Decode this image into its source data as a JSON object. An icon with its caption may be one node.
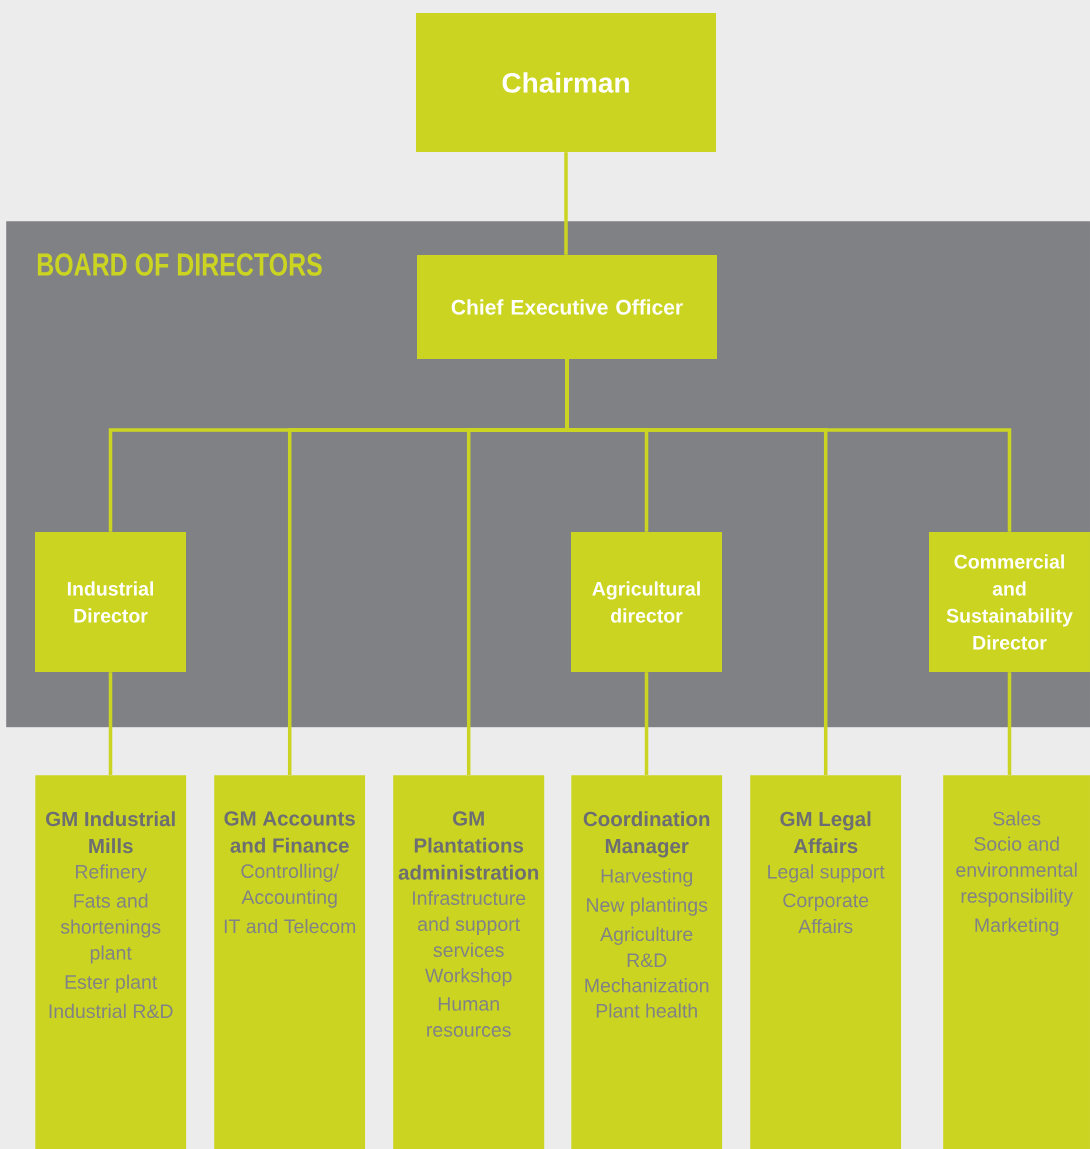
{
  "diagram": {
    "nodes": [
      {
        "text": [
          "Chairman"
        ]
      },
      {
        "text": [
          "BOARD OF DIRECTORS"
        ]
      },
      {
        "text": [
          "Chief Executive Officer"
        ],
        "in": 1
      },
      {
        "text": [
          "Industrial Director"
        ],
        "in": 1
      },
      {
        "text": [
          "Agricultural director"
        ],
        "in": 1
      },
      {
        "text": [
          "Commercial and Sustainability Director"
        ],
        "in": 1
      },
      {
        "text": [
          "GM Industrial Mills",
          "Refinery",
          "Fats and shortenings plant",
          "Ester plant",
          "Industrial R&D"
        ]
      },
      {
        "text": [
          "GM Accounts and Finance",
          "Controlling/ Accounting",
          "IT and Telecom"
        ]
      },
      {
        "text": [
          "GM Plantations administration",
          "Infrastructure and support services",
          "Workshop",
          "Human resources"
        ]
      },
      {
        "text": [
          "Coordination Manager",
          "Harvesting",
          "New plantings",
          "Agriculture R&D",
          "Mechanization",
          "Plant health"
        ]
      },
      {
        "text": [
          "GM Legal Affairs",
          "Legal support",
          "Corporate Affairs"
        ]
      },
      {
        "text": [
          "Sales",
          "Socio and environmental responsibility",
          "Marketing"
        ]
      }
    ],
    "edges": [
      {
        "from": 0,
        "to": 2,
        "arrow": "none"
      },
      {
        "from": 2,
        "to": 3,
        "arrow": "none"
      },
      {
        "from": 2,
        "to": 7,
        "arrow": "none"
      },
      {
        "from": 2,
        "to": 8,
        "arrow": "none"
      },
      {
        "from": 2,
        "to": 4,
        "arrow": "none"
      },
      {
        "from": 2,
        "to": 10,
        "arrow": "none"
      },
      {
        "from": 2,
        "to": 5,
        "arrow": "none"
      },
      {
        "from": 3,
        "to": 6,
        "arrow": "none"
      },
      {
        "from": 4,
        "to": 9,
        "arrow": "none"
      },
      {
        "from": 5,
        "to": 11,
        "arrow": "none"
      }
    ]
  }
}
